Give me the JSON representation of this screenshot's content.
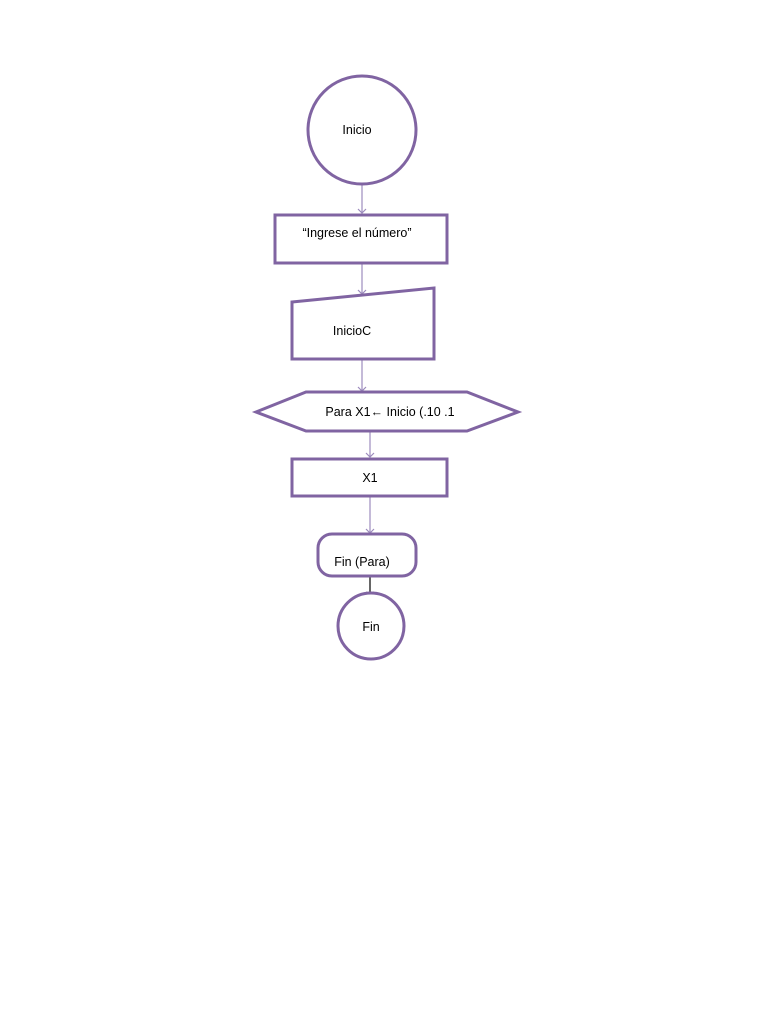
{
  "flowchart": {
    "nodes": [
      {
        "id": "start",
        "shape": "circle",
        "label": "Inicio"
      },
      {
        "id": "prompt",
        "shape": "rectangle",
        "label": "“Ingrese el número”"
      },
      {
        "id": "input",
        "shape": "manual-input",
        "label": "InicioC"
      },
      {
        "id": "loop",
        "shape": "hexagon",
        "label": "Para   X1← Inicio (.10 .1"
      },
      {
        "id": "output",
        "shape": "rectangle",
        "label": "X1"
      },
      {
        "id": "loop_end",
        "shape": "rounded-rectangle",
        "label": "Fin (Para)"
      },
      {
        "id": "end",
        "shape": "circle",
        "label": "Fin"
      }
    ],
    "edges": [
      {
        "from": "start",
        "to": "prompt"
      },
      {
        "from": "prompt",
        "to": "input"
      },
      {
        "from": "input",
        "to": "loop"
      },
      {
        "from": "loop",
        "to": "output"
      },
      {
        "from": "output",
        "to": "loop_end"
      },
      {
        "from": "loop_end",
        "to": "end"
      }
    ],
    "colors": {
      "shape_stroke": "#8064a2",
      "connector": "#9c8bbd",
      "final_connector": "#000000",
      "text": "#000000",
      "background": "#ffffff"
    }
  }
}
